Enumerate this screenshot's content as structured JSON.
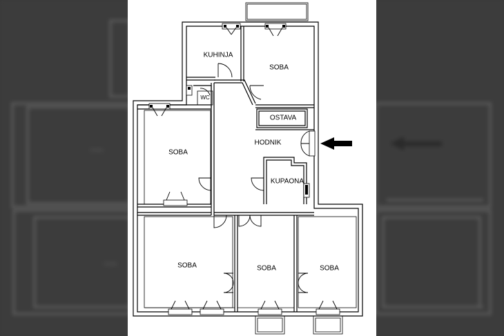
{
  "plan": {
    "rooms": {
      "kuhinja": "KUHINJA",
      "soba_top": "SOBA",
      "wc": "WC",
      "ostava": "OSTAVA",
      "hodnik": "HODNIK",
      "soba_left": "SOBA",
      "kupaona": "KUPAONA",
      "soba_bottom_left": "SOBA",
      "soba_bottom_mid": "SOBA",
      "soba_bottom_right": "SOBA"
    },
    "entrance_marker": "arrow-left-icon"
  },
  "background": {
    "labels": [
      "SOBA",
      "SOBA"
    ]
  }
}
